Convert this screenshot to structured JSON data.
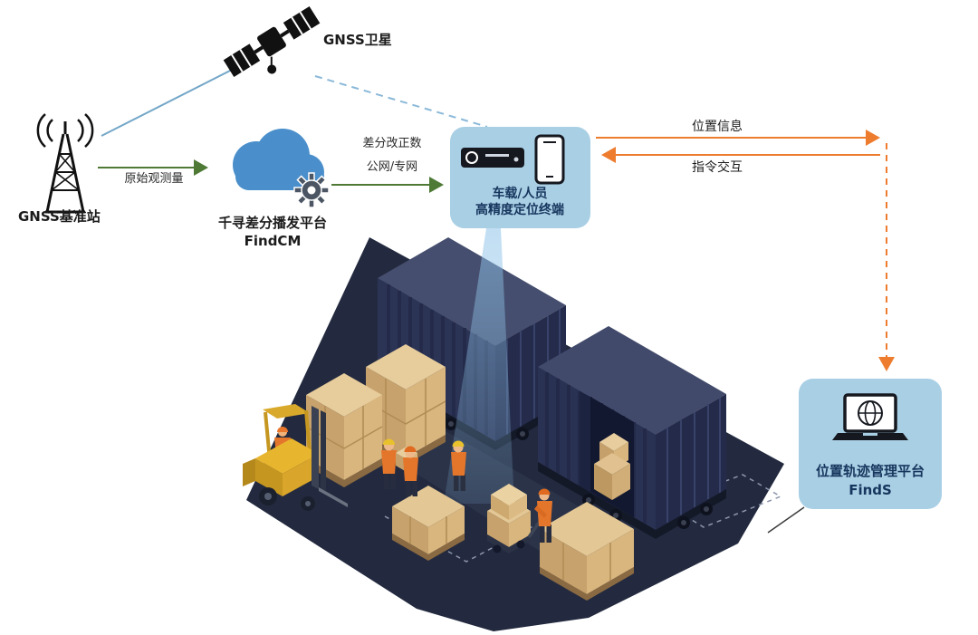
{
  "colors": {
    "green_arrow": "#4e7a36",
    "orange_arrow": "#ee7c2f",
    "blue_link": "#74a7c8",
    "blue_link_dashed": "#8bb9d9",
    "panel_fill": "#a9cfe5",
    "panel_text": "#17365d",
    "cloud_blue": "#4a8fcb",
    "platform_dark": "#232a3f",
    "container_dark": "#2a3150",
    "box_tan": "#e3c795",
    "forklift_yellow": "#e8b52f",
    "vest_orange": "#e4762b",
    "beam_blue": "#8fc3e8"
  },
  "nodes": {
    "satellite": {
      "label": "GNSS卫星"
    },
    "base_station": {
      "label": "GNSS基准站"
    },
    "cloud_platform": {
      "title": "千寻差分播发平台",
      "subtitle": "FindCM"
    },
    "terminal": {
      "title": "车载/人员",
      "subtitle": "高精度定位终端"
    },
    "tracking_platform": {
      "title": "位置轨迹管理平台",
      "subtitle": "FindS"
    }
  },
  "edges": {
    "raw_observation": {
      "label": "原始观测量"
    },
    "correction": {
      "label_line1": "差分改正数",
      "label_line2": "公网/专网"
    },
    "position_info": {
      "label": "位置信息"
    },
    "command_interaction": {
      "label": "指令交互"
    }
  }
}
